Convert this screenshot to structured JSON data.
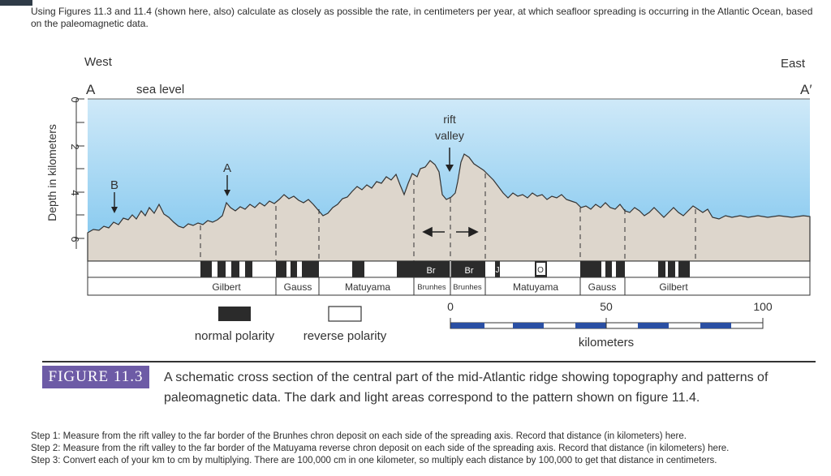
{
  "question": {
    "text": "Using Figures 11.3 and 11.4 (shown here, also) calculate as closely as possible the rate, in centimeters per year, at which seafloor spreading is occurring in the Atlantic Ocean, based on the paleomagnetic data."
  },
  "diagram": {
    "west_label": "West",
    "east_label": "East",
    "point_a_left": "A",
    "point_a_right": "A′",
    "sea_level_label": "sea level",
    "rift_label_line1": "rift",
    "rift_label_line2": "valley",
    "marker_a": "A",
    "marker_b": "B",
    "y_axis_label": "Depth in kilometers",
    "y_ticks": [
      "0",
      "2",
      "4",
      "6"
    ],
    "stripe_labels": {
      "br_left": "Br",
      "br_right": "Br",
      "j": "J",
      "o": "O"
    },
    "epochs": [
      "Gilbert",
      "Gauss",
      "Matuyama",
      "Brunhes",
      "Brunhes",
      "Matuyama",
      "Gauss",
      "Gilbert"
    ],
    "scale": {
      "ticks": [
        "0",
        "50",
        "100"
      ],
      "unit_label": "kilometers"
    },
    "legend": {
      "normal": "normal polarity",
      "reverse": "reverse polarity"
    },
    "colors": {
      "water_top": "#c9e6f7",
      "water_bottom": "#7fc6ee",
      "rock": "#ddd6cc",
      "stripe_dark": "#2b2b2b",
      "scale_blue": "#2a4fa3",
      "figure_tag": "#6d5ba6"
    }
  },
  "figure": {
    "tag": "FIGURE 11.3",
    "caption": "A schematic cross section of the central part of the mid-Atlantic ridge showing topography and patterns of paleomagnetic data. The dark and light areas correspond to the pattern shown on figure 11.4."
  },
  "steps": [
    "Step 1: Measure from the rift valley to the far border of the Brunhes chron deposit on each side of the spreading axis. Record that distance (in kilometers) here.",
    "Step 2: Measure from the rift valley to the far border of the Matuyama reverse chron deposit on each side of the spreading axis. Record that distance (in kilometers) here.",
    "Step 3: Convert each of your km to cm by multiplying.  There are 100,000 cm in one kilometer, so multiply each distance by 100,000 to get that distance in centimeters."
  ]
}
